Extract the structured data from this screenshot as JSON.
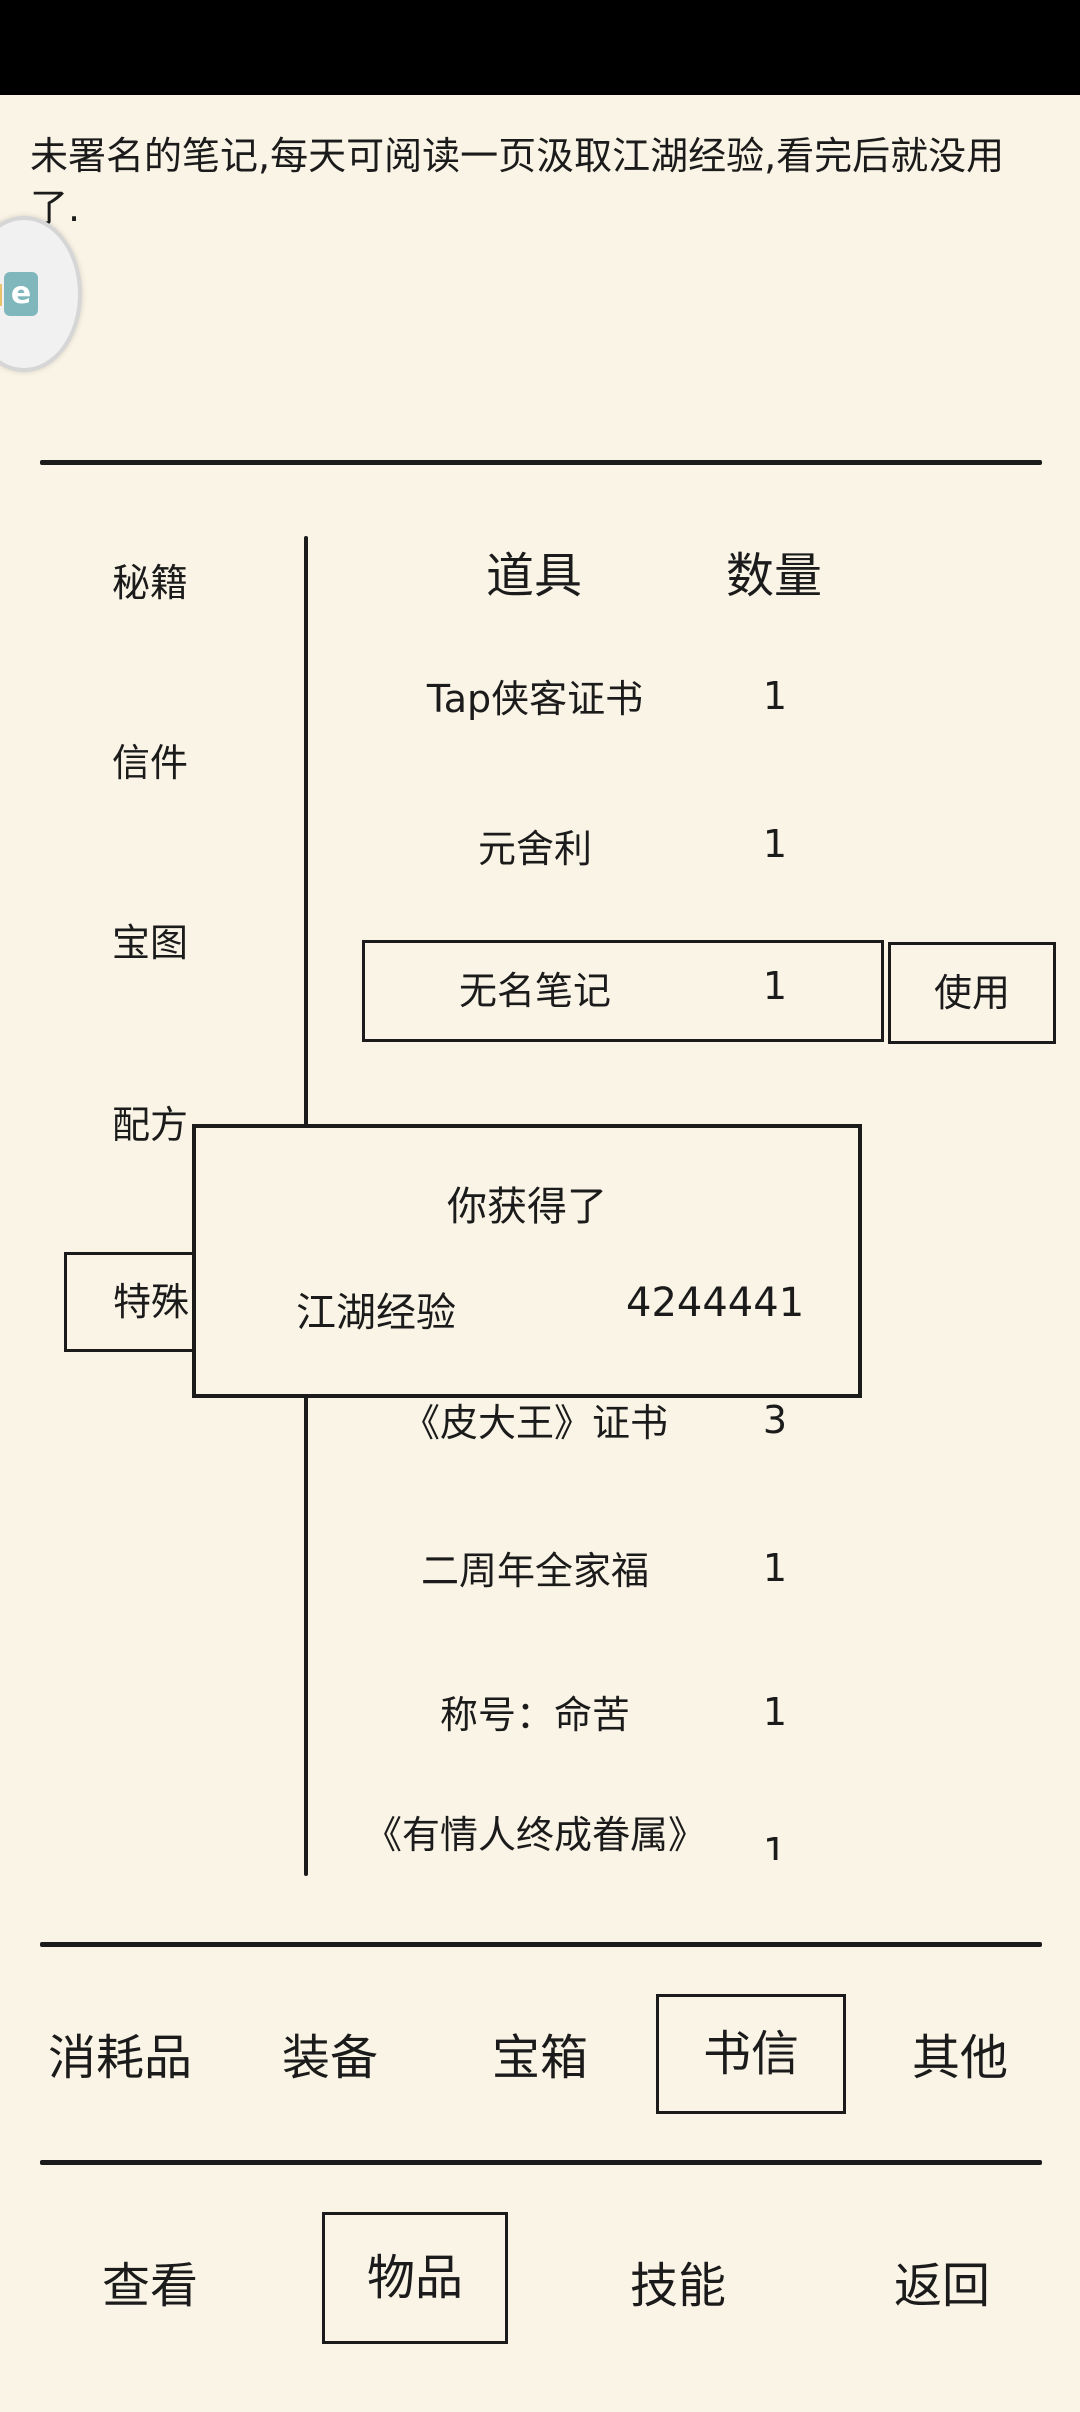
{
  "description": "未署名的笔记,每天可阅读一页汲取江湖经验,看完后就没用了.",
  "categories": [
    "秘籍",
    "信件",
    "宝图",
    "配方",
    "特殊"
  ],
  "selected_category": "特殊",
  "table": {
    "headers": {
      "item": "道具",
      "qty": "数量"
    },
    "rows": [
      {
        "name": "Tap侠客证书",
        "qty": "1"
      },
      {
        "name": "元舍利",
        "qty": "1"
      },
      {
        "name": "无名笔记",
        "qty": "1",
        "selected": true
      },
      {
        "name": "《皮大王》证书",
        "qty": "3"
      },
      {
        "name": "二周年全家福",
        "qty": "1"
      },
      {
        "name": "称号：命苦",
        "qty": "1"
      },
      {
        "name": "《有情人终成眷属》",
        "qty": "1"
      }
    ],
    "use_label": "使用"
  },
  "popup": {
    "title": "你获得了",
    "item": "江湖经验",
    "value": "4244441"
  },
  "item_tabs": [
    "消耗品",
    "装备",
    "宝箱",
    "书信",
    "其他"
  ],
  "selected_item_tab": "书信",
  "bottom_nav": [
    "查看",
    "物品",
    "技能",
    "返回"
  ],
  "selected_bottom_nav": "物品"
}
